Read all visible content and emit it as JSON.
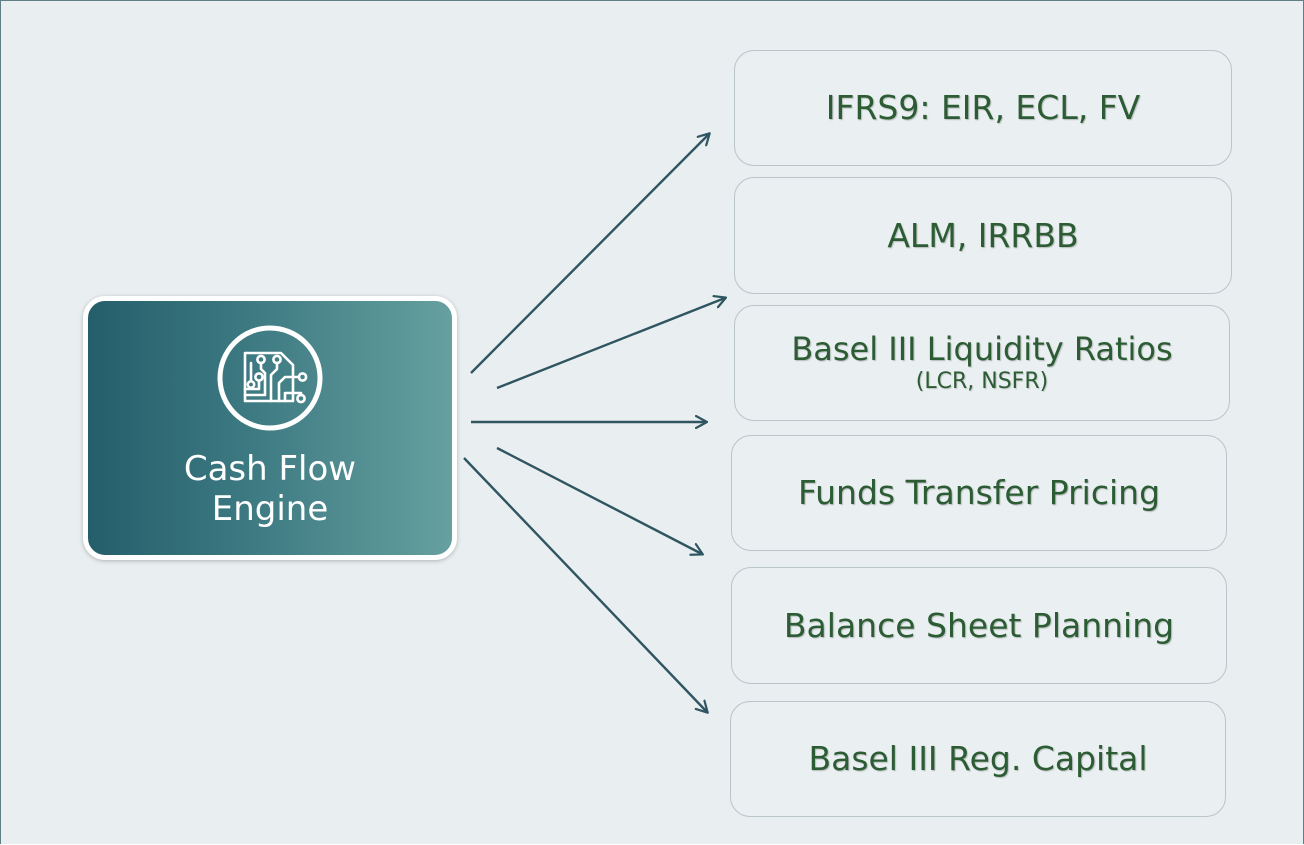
{
  "engine": {
    "label": "Cash Flow\nEngine",
    "icon": "circuit-board-icon"
  },
  "targets": [
    {
      "label": "IFRS9: EIR, ECL, FV"
    },
    {
      "label": "ALM, IRRBB"
    },
    {
      "label": "Basel III Liquidity Ratios",
      "sublabel": "(LCR, NSFR)"
    },
    {
      "label": "Funds Transfer Pricing"
    },
    {
      "label": "Balance Sheet Planning"
    },
    {
      "label": "Basel III Reg. Capital"
    }
  ],
  "colors": {
    "background": "#e9eef0",
    "engine_gradient_start": "#255e6b",
    "engine_gradient_end": "#66a09f",
    "target_text": "#2c5c33",
    "arrow": "#2f5561"
  }
}
